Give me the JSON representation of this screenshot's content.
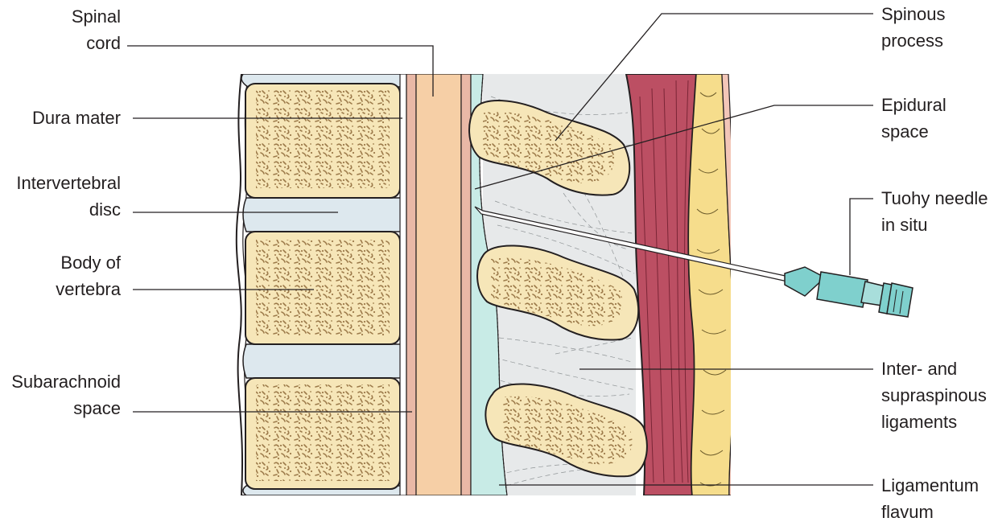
{
  "labels": {
    "spinal_cord": [
      "Spinal",
      "cord"
    ],
    "dura_mater": [
      "Dura mater"
    ],
    "intervertebral_disc": [
      "Intervertebral",
      "disc"
    ],
    "body_of_vertebra": [
      "Body of",
      "vertebra"
    ],
    "subarachnoid_space": [
      "Subarachnoid",
      "space"
    ],
    "spinous_process": [
      "Spinous",
      "process"
    ],
    "epidural_space": [
      "Epidural",
      "space"
    ],
    "tuohy_needle": [
      "Tuohy needle",
      "in situ"
    ],
    "inter_supraspinous": [
      "Inter- and",
      "supraspinous",
      "ligaments"
    ],
    "ligamentum_flavum": [
      "Ligamentum",
      "flavum"
    ]
  },
  "colors": {
    "bone_fill": "#f6e6b8",
    "bone_speckle": "#b08c5a",
    "disc_fill": "#dde8ee",
    "spinal_cord": "#f6cfa6",
    "dura": "#e9b8a6",
    "epidural": "#c8ebe6",
    "ligament_bg": "#e7e9ea",
    "muscle": "#bc4f63",
    "fat": "#f6dd8c",
    "skin": "#f3c6b8",
    "needle_hub": "#7fd0cd",
    "outline": "#231f20"
  }
}
